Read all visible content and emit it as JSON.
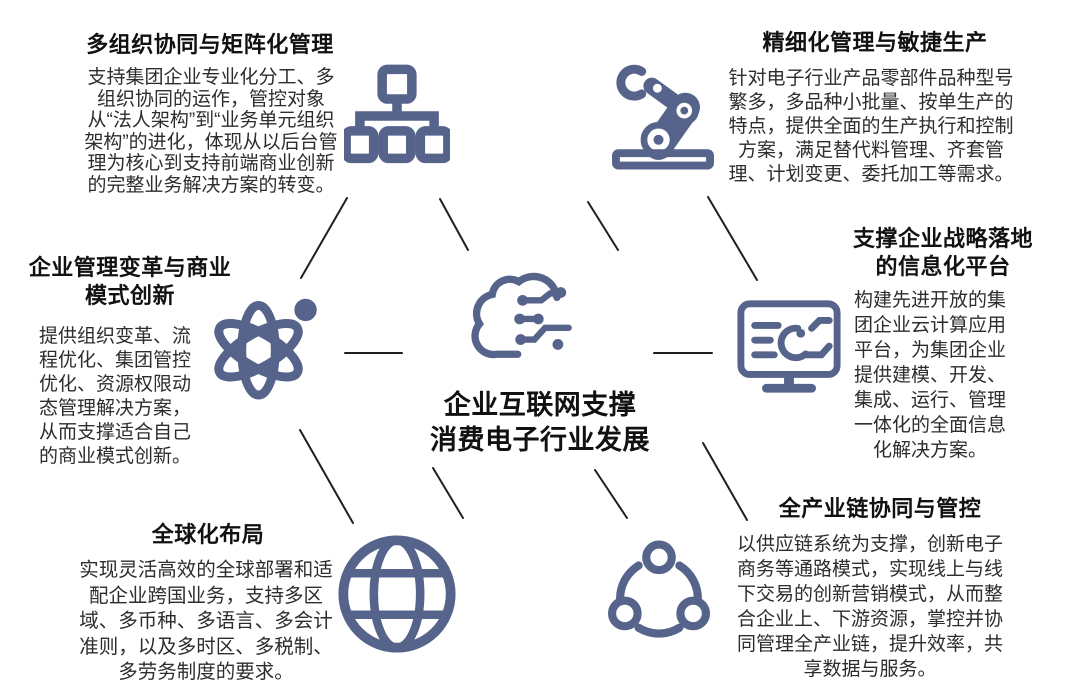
{
  "colors": {
    "page": "#ffffff",
    "icon": "#56648c",
    "connector": "#1f1f1f",
    "title": "#111111",
    "body": "#2d2d2d"
  },
  "center": {
    "icon": "cloud-circuit-icon",
    "title_line1": "企业互联网支撑",
    "title_line2": "消费电子行业发展"
  },
  "nodes": [
    {
      "id": "multi-org-matrix",
      "icon": "org-chart-icon",
      "title": "多组织协同与矩阵化管理",
      "body": "支持集团企业专业化分工、多组织协同的运作，管控对象从“法人架构”到“业务单元组织架构”的进化，体现从以后台管理为核心到支持前端商业创新的完整业务解决方案的转变。"
    },
    {
      "id": "refined-agile-production",
      "icon": "robot-arm-icon",
      "title": "精细化管理与敏捷生产",
      "body": "针对电子行业产品零部件品种型号繁多，多品种小批量、按单生产的特点，提供全面的生产执行和控制方案，满足替代料管理、齐套管理、计划变更、委托加工等需求。"
    },
    {
      "id": "management-reform-innovation",
      "icon": "atom-icon",
      "title": "企业管理变革与商业模式创新",
      "body": "提供组织变革、流程优化、集团管控优化、资源权限动态管理解决方案，从而支撑适合自己的商业模式创新。"
    },
    {
      "id": "strategy-it-platform",
      "icon": "monitor-circuit-icon",
      "title": "支撑企业战略落地的信息化平台",
      "body": "构建先进开放的集团企业云计算应用平台，为集团企业提供建模、开发、集成、运行、管理一体化的全面信息化解决方案。"
    },
    {
      "id": "globalization-layout",
      "icon": "globe-icon",
      "title": "全球化布局",
      "body": "实现灵活高效的全球部署和适配企业跨国业务，支持多区域、多币种、多语言、多会计准则，以及多时区、多税制、多劳务制度的要求。"
    },
    {
      "id": "full-industry-chain",
      "icon": "share-network-icon",
      "title": "全产业链协同与管控",
      "body": "以供应链系统为支撑，创新电子商务等通路模式，实现线上与线下交易的创新营销模式，从而整合企业上、下游资源，掌控并协同管理全产业链，提升效率，共享数据与服务。"
    }
  ]
}
